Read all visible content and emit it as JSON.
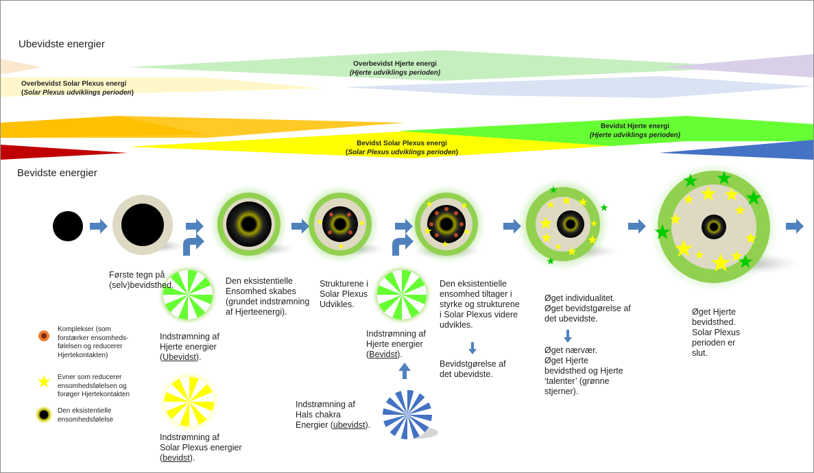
{
  "sections": {
    "unconscious": "Ubevidste energier",
    "conscious": "Bevidste energier"
  },
  "bands": {
    "over_heart": {
      "title": "Overbevidst Hjerte energi",
      "subtitle": "(Hjerte udviklings perioden)"
    },
    "over_solar": {
      "title": "Overbevidst Solar Plexus energi",
      "subtitle_prefix": "(",
      "subtitle_italic": "Solar Plexus udviklings perioden",
      "subtitle_suffix": ")"
    },
    "conscious_heart": {
      "title": "Bevidst Hjerte energi",
      "subtitle": "(Hjerte udviklings perioden)"
    },
    "conscious_solar": {
      "title": "Bevidst Solar Plexus energi",
      "subtitle_prefix": "(",
      "subtitle_italic": "Solar Plexus udviklings perioden",
      "subtitle_suffix": ")"
    }
  },
  "stages": {
    "s1": [
      "Første tegn på",
      "(selv)bevidsthed."
    ],
    "s2": [
      "Den eksistentielle",
      "Ensomhed skabes",
      "(grundet indstrømning",
      "af Hjerteenergi)."
    ],
    "s3": [
      "Strukturene i",
      "Solar Plexus",
      "Udvikles."
    ],
    "s4": [
      "Den eksistentielle",
      "ensomhed tiltager i",
      "styrke og strukturene",
      "i Solar Plexus videre",
      "udvikles."
    ],
    "s4b": [
      "Bevidstgørelse af",
      "det ubevidste."
    ],
    "s5": [
      "Øget individualitet.",
      "Øget bevidstgørelse af",
      "det ubevidste."
    ],
    "s5b": [
      "Øget nærvær.",
      "Øget Hjerte",
      "bevidsthed og Hjerte",
      "‘talenter’ (grønne",
      "stjerner)."
    ],
    "s6": [
      "Øget Hjerte",
      "bevidsthed.",
      "Solar Plexus",
      "perioden er",
      "slut."
    ]
  },
  "inflows": {
    "heart_unconscious": {
      "line1": "Indstrømning af",
      "line2": "Hjerte energier",
      "line3": "Ubevidst",
      "suffix": ")."
    },
    "solar_conscious": {
      "line1": "Indstrømning af",
      "line2": "Solar Plexus energier",
      "line3": "bevidst",
      "suffix": ")."
    },
    "heart_conscious": {
      "line1": "Indstrømning af",
      "line2": "Hjerte energier",
      "line3": "Bevidst",
      "suffix": ")."
    },
    "throat_unconscious": {
      "line1": "Indstrømning af",
      "line2": "Hals chakra",
      "line3_prefix": "Energier (",
      "line3": "ubevidst",
      "suffix": ")."
    }
  },
  "legend": {
    "complexes": [
      "Komplekser (som",
      "forstærker ensomheds-",
      "følelsen og reducerer",
      "Hjertekontakten)"
    ],
    "talents": [
      "Evner som reducerer",
      "ensomhedsfølelsen og",
      "forøger Hjertekontakten"
    ],
    "loneliness": [
      "Den eksistentielle",
      "ensomhedsfølelse"
    ]
  },
  "colors": {
    "arrow": "#4f81bd",
    "heart_green": "#66ff33",
    "solar_yellow": "#ffff00",
    "orange": "#ffc000",
    "red": "#c00000",
    "blue": "#4472c4",
    "ring_beige": "#ddd9c3",
    "ring_green": "#92d050"
  }
}
